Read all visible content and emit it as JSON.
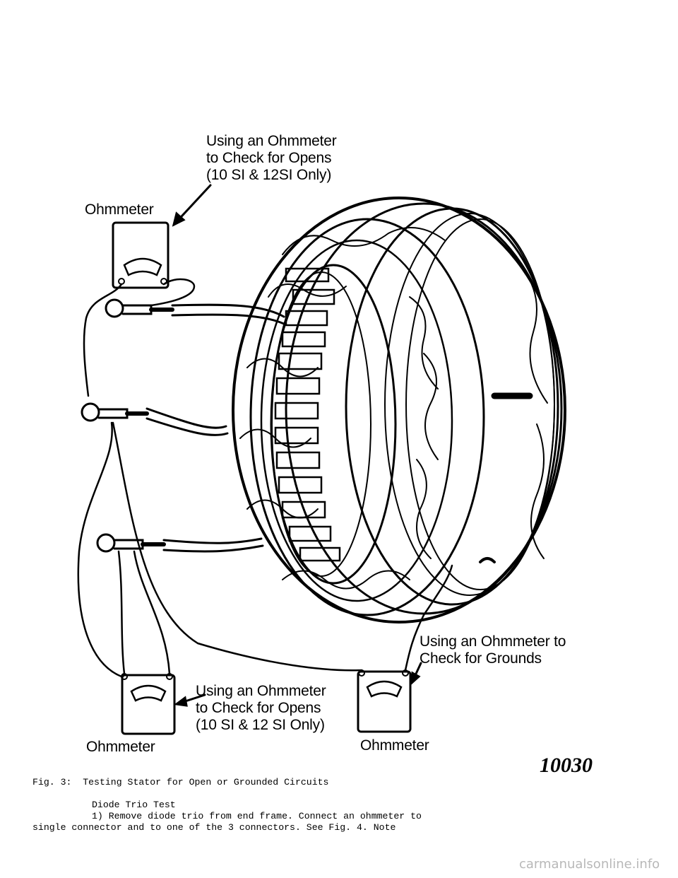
{
  "figure": {
    "callout_top": [
      "Using an Ohmmeter",
      "to Check for Opens",
      "(10 SI & 12SI Only)"
    ],
    "callout_bottom_center": [
      "Using an Ohmmeter",
      "to Check for Opens",
      "(10 SI & 12 SI Only)"
    ],
    "callout_bottom_right": [
      "Using an Ohmmeter to",
      "Check for Grounds"
    ],
    "meter_label_top": "Ohmmeter",
    "meter_label_bottom_left": "Ohmmeter",
    "meter_label_bottom_right": "Ohmmeter",
    "figure_number": "10030"
  },
  "caption": "Fig. 3:  Testing Stator for Open or Grounded Circuits",
  "section_heading": "Diode Trio Test",
  "body_lines": [
    "1) Remove diode trio from end frame. Connect an ohmmeter to",
    "single connector and to one of the 3 connectors. See Fig. 4. Note"
  ],
  "watermark": "carmanualsonline.info"
}
